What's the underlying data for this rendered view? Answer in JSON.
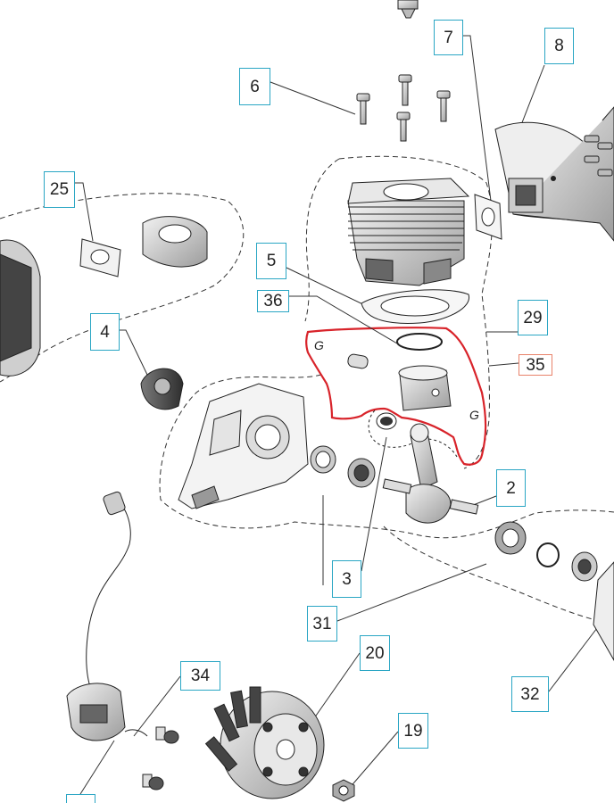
{
  "callouts": {
    "c7": "7",
    "c8": "8",
    "c6": "6",
    "c25": "25",
    "c5": "5",
    "c36": "36",
    "c29": "29",
    "c35": "35",
    "c4": "4",
    "c2": "2",
    "c3": "3",
    "c31": "31",
    "c20": "20",
    "c34": "34",
    "c19": "19",
    "c32": "32"
  },
  "colors": {
    "callout_border": "#2aa6c4",
    "highlight_stroke": "#d8232a",
    "callout_35_border": "#e8826a",
    "line_art": "#222222"
  }
}
